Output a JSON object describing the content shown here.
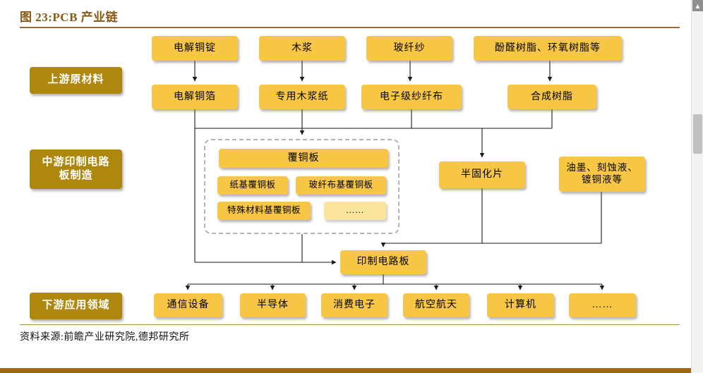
{
  "header": {
    "title": "图 23:PCB 产业链"
  },
  "footer": {
    "source": "资料来源:前瞻产业研究院,德邦研究所"
  },
  "stages": {
    "upstream": "上游原材料",
    "midstream_line1": "中游印制电路",
    "midstream_line2": "板制造",
    "downstream": "下游应用领域"
  },
  "nodes": {
    "copper_ingot": "电解铜锭",
    "wood_pulp": "木浆",
    "glass_yarn": "玻纤纱",
    "resins": "酚醛树脂、环氧树脂等",
    "copper_foil": "电解铜箔",
    "pulp_paper": "专用木浆纸",
    "fiber_cloth": "电子级纱纤布",
    "synthetic_resin": "合成树脂",
    "ccl": "覆铜板",
    "ccl_paper": "纸基覆铜板",
    "ccl_glass": "玻纤布基覆铜板",
    "ccl_special": "特殊材料基覆铜板",
    "ccl_more": "……",
    "prepreg": "半固化片",
    "chemicals_line1": "油墨、刻蚀液、",
    "chemicals_line2": "镀铜液等",
    "pcb": "印制电路板",
    "telecom": "通信设备",
    "semiconductor": "半导体",
    "consumer": "消费电子",
    "aerospace": "航空航天",
    "computer": "计算机",
    "more": "……"
  },
  "scrollbar": {
    "up": "▲"
  },
  "colors": {
    "accent_brown": "#8a5a13",
    "stage_bg": "#ae870e",
    "node_bg": "#f7c645",
    "node_light_bg": "#fbe49b"
  }
}
